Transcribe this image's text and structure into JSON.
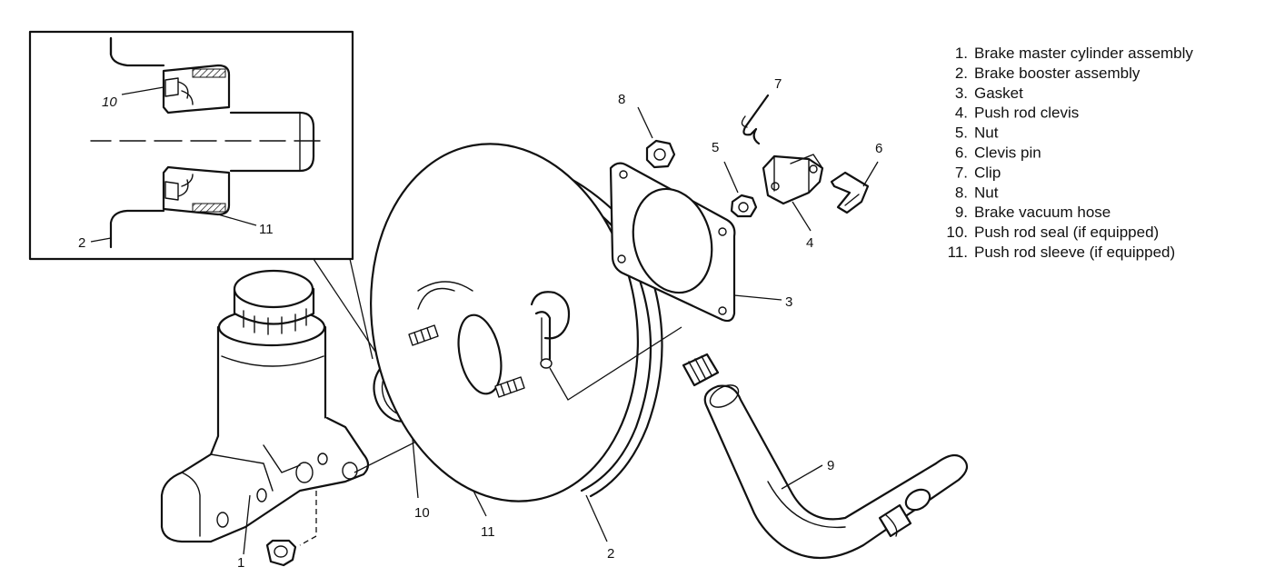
{
  "callouts": {
    "inset_10": "10",
    "inset_2": "2",
    "inset_11": "11",
    "c1": "1",
    "c2": "2",
    "c3": "3",
    "c4": "4",
    "c5": "5",
    "c6": "6",
    "c7": "7",
    "c8": "8",
    "c9": "9",
    "c10": "10",
    "c11": "11"
  },
  "legend": [
    {
      "num": "1.",
      "text": "Brake master cylinder assembly"
    },
    {
      "num": "2.",
      "text": "Brake booster assembly"
    },
    {
      "num": "3.",
      "text": "Gasket"
    },
    {
      "num": "4.",
      "text": "Push rod clevis"
    },
    {
      "num": "5.",
      "text": "Nut"
    },
    {
      "num": "6.",
      "text": "Clevis pin"
    },
    {
      "num": "7.",
      "text": "Clip"
    },
    {
      "num": "8.",
      "text": "Nut"
    },
    {
      "num": "9.",
      "text": "Brake vacuum hose"
    },
    {
      "num": "10.",
      "text": "Push rod seal (if equipped)"
    },
    {
      "num": "11.",
      "text": "Push rod sleeve (if equipped)"
    }
  ]
}
